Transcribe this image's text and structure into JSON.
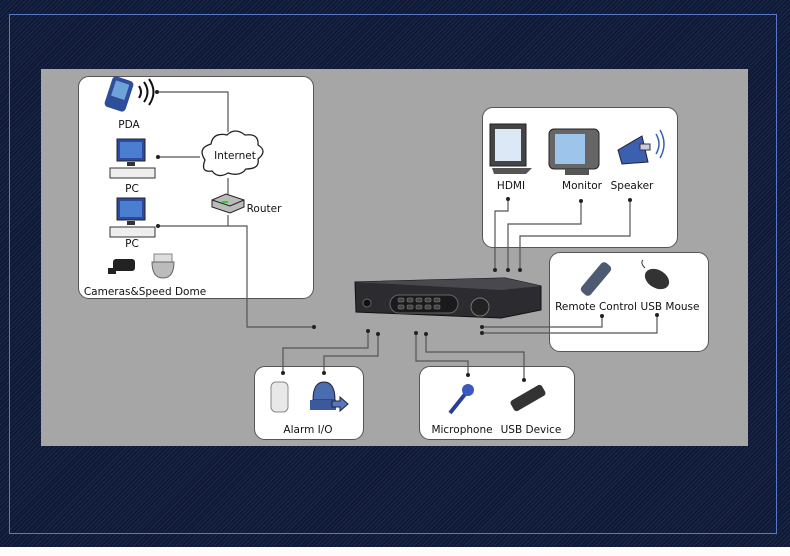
{
  "diagram": {
    "title": "DVR connection diagram",
    "network_group": {
      "items": [
        {
          "label": "PDA",
          "icon": "pda-icon"
        },
        {
          "label": "PC",
          "icon": "pc-icon"
        },
        {
          "label": "PC",
          "icon": "pc-icon"
        },
        {
          "label": "Cameras&Speed Dome",
          "icon": "camera-icon"
        }
      ],
      "internet_label": "Internet",
      "router_label": "Router"
    },
    "output_group": {
      "items": [
        {
          "label": "HDMI",
          "icon": "hdmi-display-icon"
        },
        {
          "label": "Monitor",
          "icon": "monitor-icon"
        },
        {
          "label": "Speaker",
          "icon": "speaker-icon"
        }
      ]
    },
    "control_group": {
      "items": [
        {
          "label": "Remote Control",
          "icon": "remote-control-icon"
        },
        {
          "label": "USB Mouse",
          "icon": "mouse-icon"
        }
      ]
    },
    "alarm_group": {
      "label": "Alarm I/O",
      "icons": [
        "pir-sensor-icon",
        "alarm-output-icon"
      ]
    },
    "audio_usb_group": {
      "items": [
        {
          "label": "Microphone",
          "icon": "microphone-icon"
        },
        {
          "label": "USB Device",
          "icon": "usb-device-icon"
        }
      ]
    },
    "center_device": "DVR",
    "colors": {
      "background": "#0f1834",
      "frame_border": "#5b78c8",
      "panel": "#a6a6a6",
      "box": "#ffffff",
      "line": "#555555"
    }
  }
}
